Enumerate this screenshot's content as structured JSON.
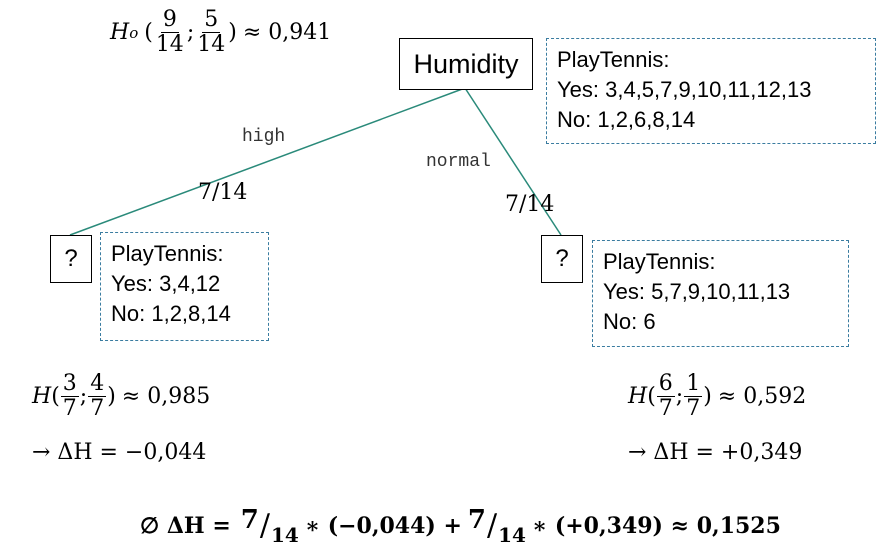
{
  "root": {
    "label": "Humidity",
    "entropy": {
      "symbol": "H",
      "sub": "o",
      "num1": "9",
      "den1": "14",
      "num2": "5",
      "den2": "14",
      "result": "≈ 0,941"
    },
    "info": {
      "title": "PlayTennis:",
      "yes": "Yes: 3,4,5,7,9,10,11,12,13",
      "no": "No: 1,2,6,8,14"
    }
  },
  "branches": [
    {
      "edge_label": "high",
      "weight": "7/14",
      "leaf_label": "?",
      "info": {
        "title": "PlayTennis:",
        "yes": "Yes: 3,4,12",
        "no": "No: 1,2,8,14"
      },
      "entropy": {
        "num1": "3",
        "den1": "7",
        "num2": "4",
        "den2": "7",
        "result": "≈ 0,985"
      },
      "delta": "→ ΔH = −0,044"
    },
    {
      "edge_label": "normal",
      "weight": "7/14",
      "leaf_label": "?",
      "info": {
        "title": "PlayTennis:",
        "yes": "Yes: 5,7,9,10,11,13",
        "no": "No: 6"
      },
      "entropy": {
        "num1": "6",
        "den1": "7",
        "num2": "1",
        "den2": "7",
        "result": "≈ 0,592"
      },
      "delta": "→ ΔH = +0,349"
    }
  ],
  "summary": {
    "prefix": "∅ ΔH =",
    "w1_num": "7",
    "w1_den": "14",
    "term1": "∗ (−0,044) +",
    "w2_num": "7",
    "w2_den": "14",
    "term2": "∗ (+0,349) ≈ 0,1525"
  },
  "colors": {
    "edge": "#2a8a7a",
    "info_border": "#3a7ca0"
  }
}
